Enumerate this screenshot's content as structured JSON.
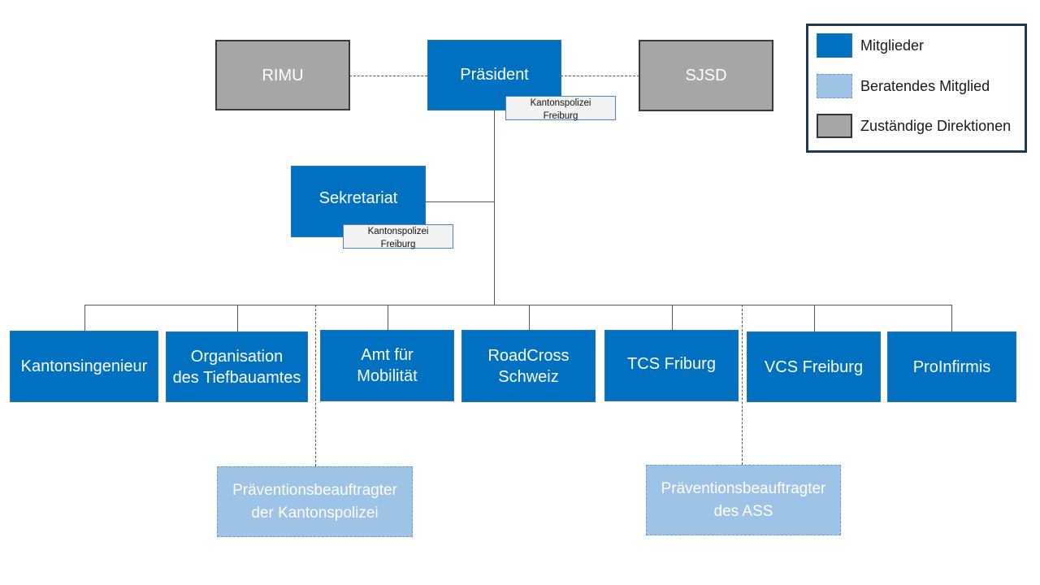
{
  "top": {
    "left_directorate": "RIMU",
    "president": "Präsident",
    "right_directorate": "SJSD",
    "president_tag_line1": "Kantonspolizei",
    "president_tag_line2": "Freiburg"
  },
  "secretariat": {
    "label": "Sekretariat",
    "tag_line1": "Kantonspolizei",
    "tag_line2": "Freiburg"
  },
  "members": [
    {
      "line1": "Kantonsingenieur",
      "line2": ""
    },
    {
      "line1": "Organisation",
      "line2": "des Tiefbauamtes"
    },
    {
      "line1": "Amt für",
      "line2": "Mobilität"
    },
    {
      "line1": "RoadCross",
      "line2": "Schweiz"
    },
    {
      "line1": "TCS Friburg",
      "line2": ""
    },
    {
      "line1": "VCS Freiburg",
      "line2": ""
    },
    {
      "line1": "ProInfirmis",
      "line2": ""
    }
  ],
  "advisory": [
    {
      "line1": "Präventionsbeauftragter",
      "line2": "der Kantonspolizei"
    },
    {
      "line1": "Präventionsbeauftragter",
      "line2": "des ASS"
    }
  ],
  "legend": {
    "items": [
      {
        "label": "Mitglieder",
        "color": "#0070C0"
      },
      {
        "label": "Beratendes Mitglied",
        "color": "#9DC3E6"
      },
      {
        "label": "Zuständige Direktionen",
        "color": "#A6A6A6"
      }
    ]
  }
}
